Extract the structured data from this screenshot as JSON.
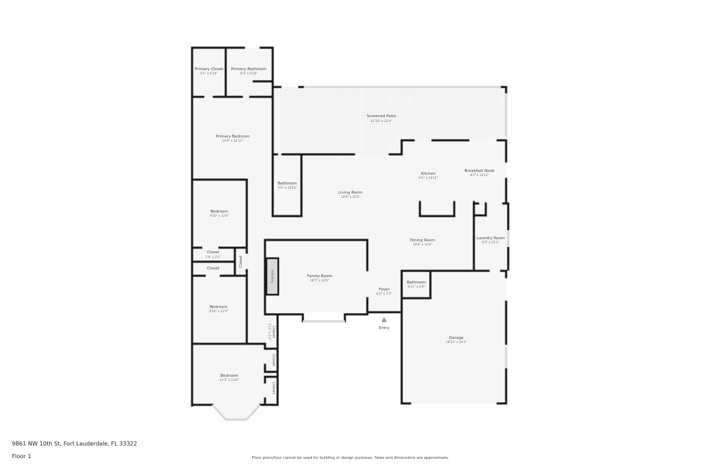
{
  "plan": {
    "floor_label": "Floor 1",
    "address": "9861 NW 10th St, Fort Lauderdale, FL 33322",
    "disclaimer": "Floor plans/tour cannot be used for building or design purposes. Sizes and dimensions are approximate.",
    "rooms": [
      {
        "name": "Primary Closet",
        "dim": "4'1\" x 6'10\""
      },
      {
        "name": "Primary Bathroom",
        "dim": "8'3\" x 6'10\""
      },
      {
        "name": "Screened Patio",
        "dim": "42'10\" x 12'4\""
      },
      {
        "name": "Primary Bedroom",
        "dim": "14'9\" x 14'11\""
      },
      {
        "name": "Bathroom",
        "dim": "5'0\" x 10'10\""
      },
      {
        "name": "Living Room",
        "dim": "18'6\" x 15'5\""
      },
      {
        "name": "Kitchen",
        "dim": "9'4\" x 13'11\""
      },
      {
        "name": "Breakfast Nook",
        "dim": "9'3\" x 13'11\""
      },
      {
        "name": "Bedroom",
        "dim": "9'10\" x 12'4\""
      },
      {
        "name": "Closet",
        "dim": "7'9\" x 2'1\""
      },
      {
        "name": "Closet",
        "dim": ""
      },
      {
        "name": "Closet",
        "dim": ""
      },
      {
        "name": "Dining Room",
        "dim": "19'4\" x 12'4\""
      },
      {
        "name": "Laundry Room",
        "dim": "6'5\" x 12'2\""
      },
      {
        "name": "Family Room",
        "dim": "18'7\" x 14'9\""
      },
      {
        "name": "Fireplace",
        "dim": ""
      },
      {
        "name": "Foyer",
        "dim": "6'2\" x 7'5\""
      },
      {
        "name": "Bathroom",
        "dim": "4'11\" x 4'9\""
      },
      {
        "name": "Bedroom",
        "dim": "9'10\" x 12'3\""
      },
      {
        "name": "Closet",
        "dim": "1'11\" x 3'2\""
      },
      {
        "name": "Garage",
        "dim": "19'11\" x 24'1\""
      },
      {
        "name": "Bedroom",
        "dim": "12'3\" x 13'8\""
      },
      {
        "name": "Closet",
        "dim": ""
      },
      {
        "name": "Closet",
        "dim": ""
      }
    ],
    "entry_label": "Entry",
    "colors": {
      "wall": "#1a1a1a",
      "floor": "#f6f6f6",
      "opening": "#d6d6d6",
      "fireplace": "#d9d9d9"
    }
  }
}
